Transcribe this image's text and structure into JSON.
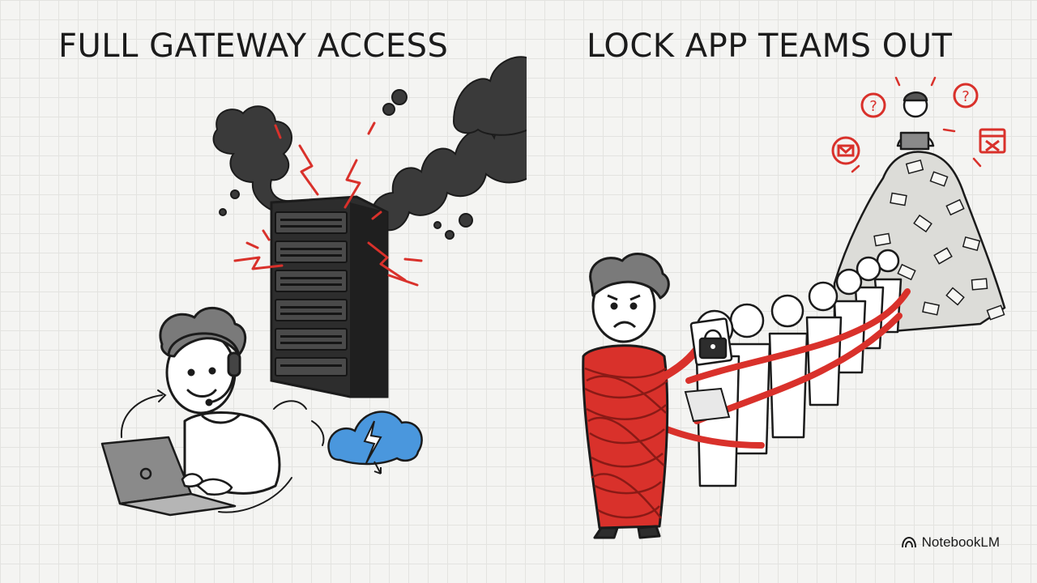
{
  "panels": {
    "left": {
      "title": "FULL GATEWAY ACCESS"
    },
    "right": {
      "title": "LOCK APP TEAMS OUT"
    }
  },
  "brand": {
    "name": "NotebookLM",
    "icon": "notebooklm-icon"
  },
  "icons": {
    "left": [
      "storm-cloud-icon",
      "lightning-bolt-icon",
      "laptop-icon",
      "headset-icon"
    ],
    "right": [
      "padlock-icon",
      "question-mark-icon",
      "email-icon",
      "calendar-cancel-icon"
    ]
  },
  "colors": {
    "accent_red": "#d9312b",
    "cloud_blue": "#4a97dd",
    "server_dark": "#2d2d2d",
    "ink": "#1b1b1b"
  }
}
